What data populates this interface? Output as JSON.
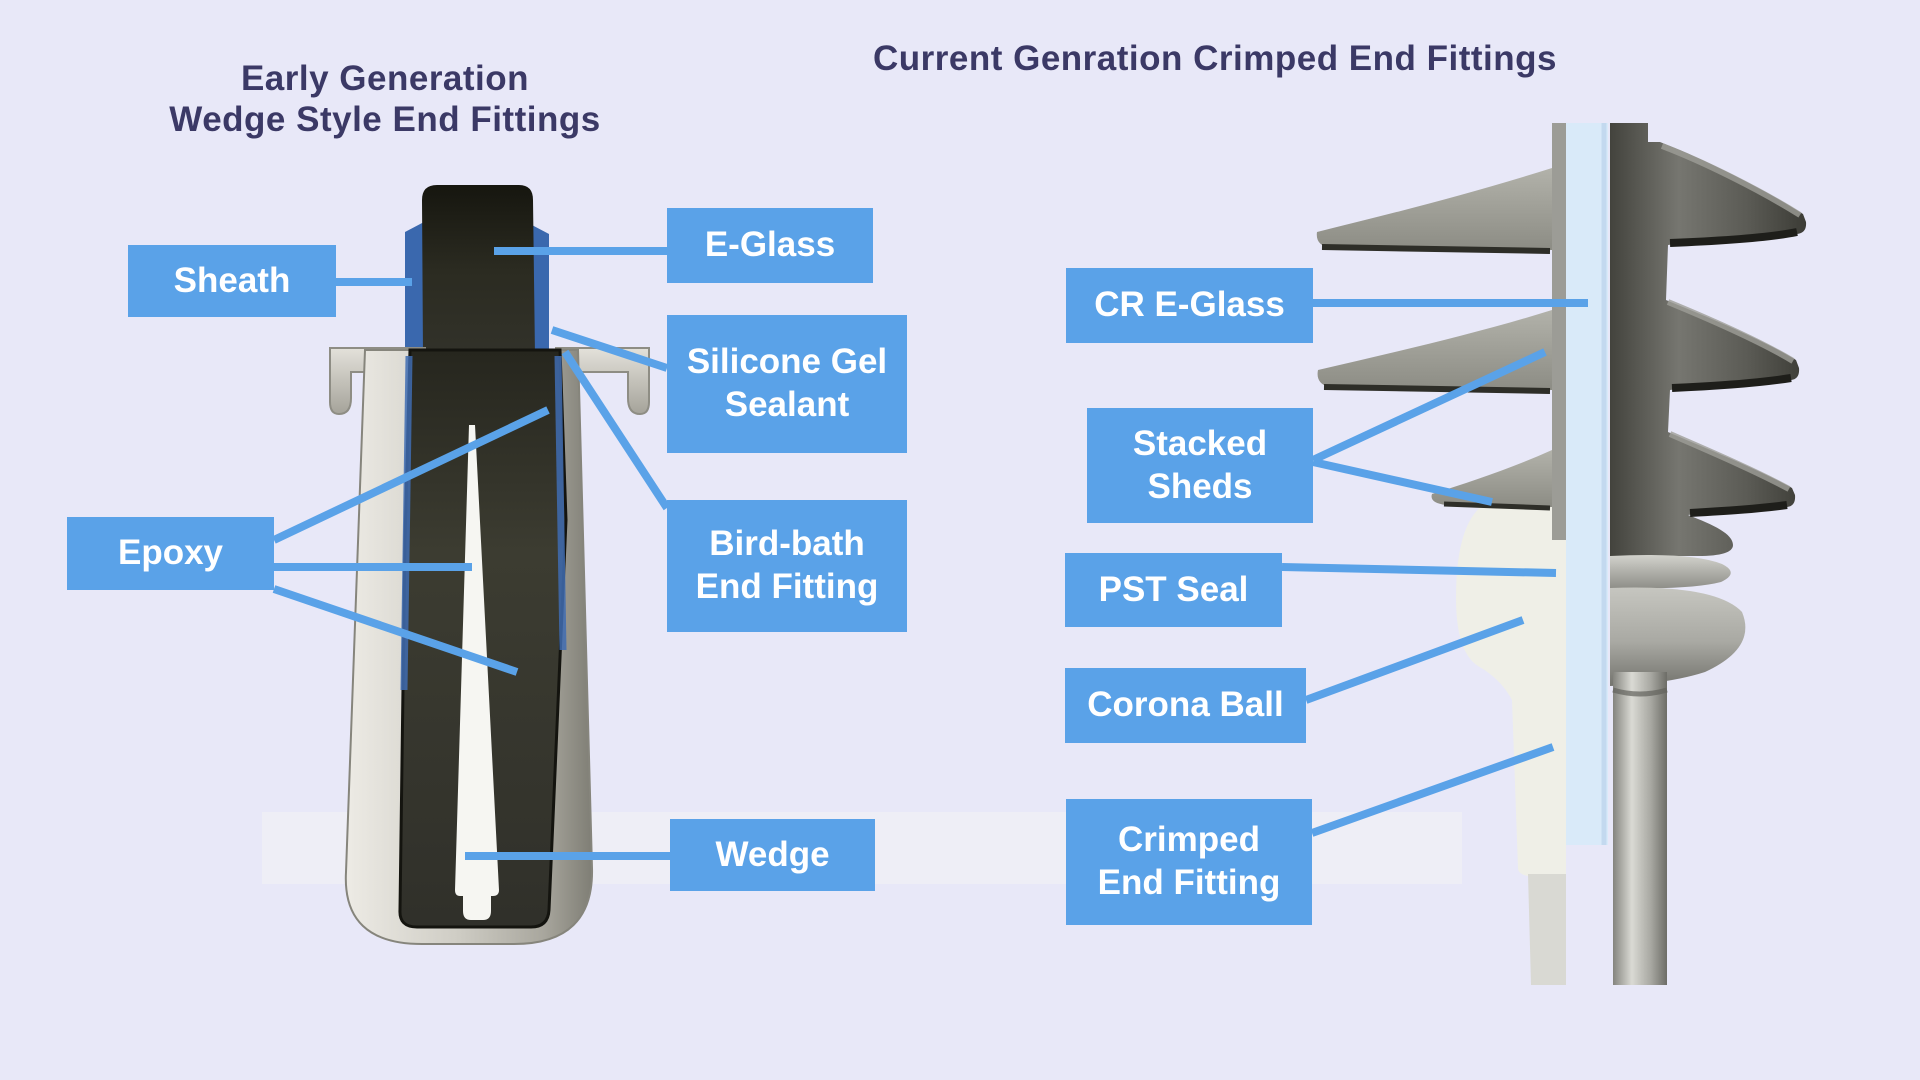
{
  "left_panel": {
    "title": "Early  Generation\nWedge Style End Fittings",
    "labels": {
      "sheath": "Sheath",
      "e_glass": "E-Glass",
      "silicone_gel_sealant": "Silicone Gel\nSealant",
      "bird_bath_end_fitting": "Bird-bath\nEnd Fitting",
      "epoxy": "Epoxy",
      "wedge": "Wedge"
    }
  },
  "right_panel": {
    "title": "Current Genration Crimped End Fittings",
    "labels": {
      "cr_e_glass": "CR E-Glass",
      "stacked_sheds": "Stacked\nSheds",
      "pst_seal": "PST Seal",
      "corona_ball": "Corona Ball",
      "crimped_end_fitting": "Crimped\nEnd Fitting"
    }
  },
  "colors": {
    "background": "#e8e8f8",
    "label_background": "#5aa2e8",
    "label_text": "#ffffff",
    "title_text": "#3b3966",
    "annotation_line": "#5aa2e8",
    "rod_blue_band": "#d9eaf9",
    "sheath_blue": "#3a68ae"
  }
}
